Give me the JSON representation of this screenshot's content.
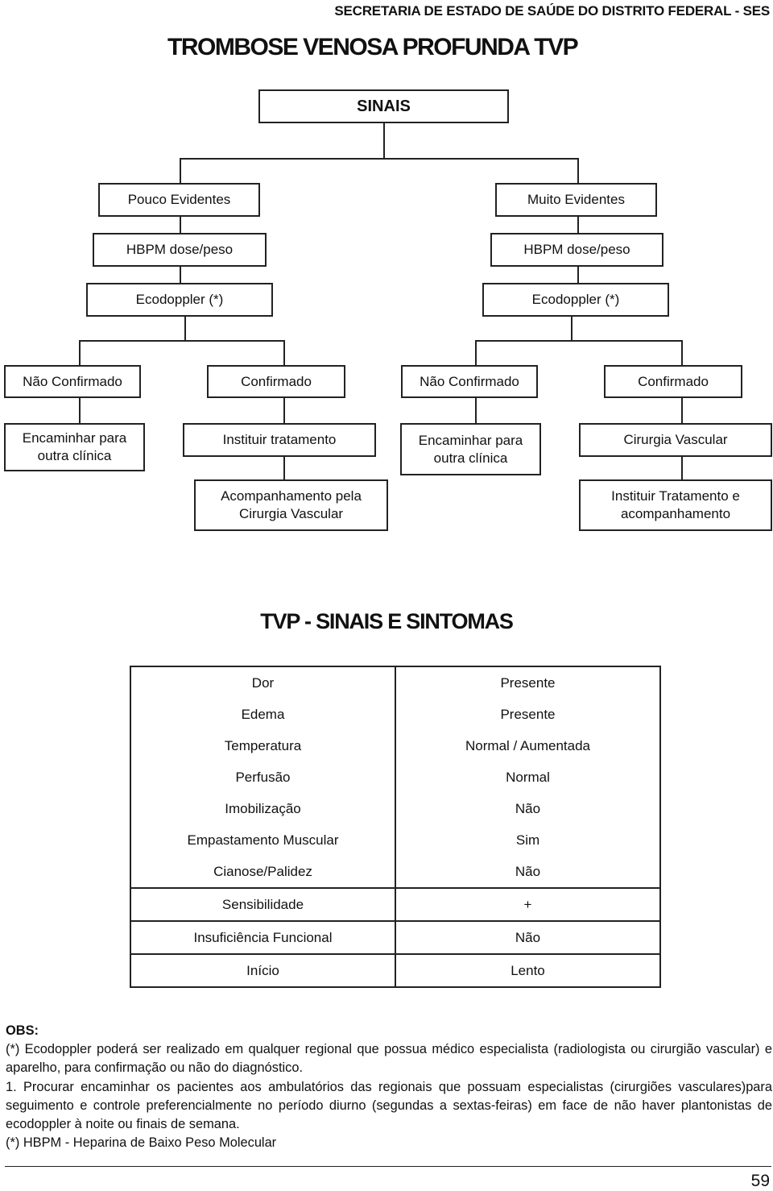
{
  "header": "SECRETARIA DE ESTADO DE SAÚDE DO DISTRITO FEDERAL - SES",
  "title": "TROMBOSE VENOSA PROFUNDA TVP",
  "flowchart": {
    "sinais": "SINAIS",
    "pouco": "Pouco Evidentes",
    "muito": "Muito Evidentes",
    "hbpm_left": "HBPM dose/peso",
    "hbpm_right": "HBPM dose/peso",
    "eco_left": "Ecodoppler (*)",
    "eco_right": "Ecodoppler (*)",
    "nao_conf_1": "Não Confirmado",
    "conf_1": "Confirmado",
    "nao_conf_2": "Não Confirmado",
    "conf_2": "Confirmado",
    "enc_1": "Encaminhar para\noutra clínica",
    "instituir": "Instituir tratamento",
    "enc_2": "Encaminhar para\noutra clínica",
    "cirurgia": "Cirurgia Vascular",
    "acomp": "Acompanhamento pela\nCirurgia Vascular",
    "inst_acomp": "Instituir Tratamento e\nacompanhamento"
  },
  "symptoms": {
    "title": "TVP - SINAIS E SINTOMAS",
    "rows": [
      {
        "sign": "Dor",
        "value": "Presente"
      },
      {
        "sign": "Edema",
        "value": "Presente"
      },
      {
        "sign": "Temperatura",
        "value": "Normal / Aumentada"
      },
      {
        "sign": "Perfusão",
        "value": "Normal"
      },
      {
        "sign": "Imobilização",
        "value": "Não"
      },
      {
        "sign": "Empastamento Muscular",
        "value": "Sim"
      },
      {
        "sign": "Cianose/Palidez",
        "value": "Não"
      },
      {
        "sign": "Sensibilidade",
        "value": "+"
      },
      {
        "sign": "Insuficiência Funcional",
        "value": "Não"
      },
      {
        "sign": "Início",
        "value": "Lento"
      }
    ]
  },
  "obs": {
    "label": "OBS:",
    "note1": "(*) Ecodoppler poderá ser realizado em qualquer regional que possua médico especialista (radiologista ou cirurgião vascular) e aparelho, para confirmação ou não do diagnóstico.",
    "note2": "1. Procurar encaminhar os pacientes aos ambulatórios das regionais que possuam especialistas (cirurgiões vasculares)para seguimento e controle preferencialmente no período diurno (segundas a sextas-feiras) em face de não haver plantonistas de ecodoppler à noite ou finais de semana.",
    "note3": "(*) HBPM - Heparina de Baixo Peso Molecular"
  },
  "page_number": "59"
}
